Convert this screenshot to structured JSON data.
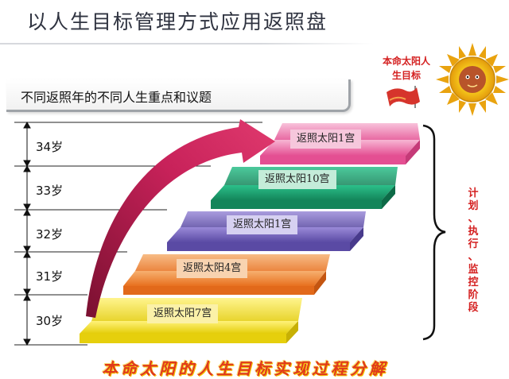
{
  "title": "以人生目标管理方式应用返照盘",
  "banner": "不同返照年的不同人生重点和议题",
  "ages": [
    "34岁",
    "33岁",
    "32岁",
    "31岁",
    "30岁"
  ],
  "steps": [
    {
      "label": "返照太阳1宫",
      "color": "#e7559a"
    },
    {
      "label": "返照太阳10宫",
      "color": "#1a9b68"
    },
    {
      "label": "返照太阳1宫",
      "color": "#6c5bb5"
    },
    {
      "label": "返照太阳4宫",
      "color": "#e8701e"
    },
    {
      "label": "返照太阳7宫",
      "color": "#e5cf0a"
    }
  ],
  "flag_text": "本命太阳人生目标",
  "side_text": [
    "计",
    "划",
    "、",
    "执",
    "行",
    "、",
    "监",
    "控",
    "阶",
    "段"
  ],
  "footer": "本命太阳的人生目标实现过程分解",
  "icons": {
    "sun": "sun-face-icon",
    "flag": "red-flag-icon",
    "arrow": "curved-arrow-icon",
    "brace": "right-brace-icon"
  }
}
